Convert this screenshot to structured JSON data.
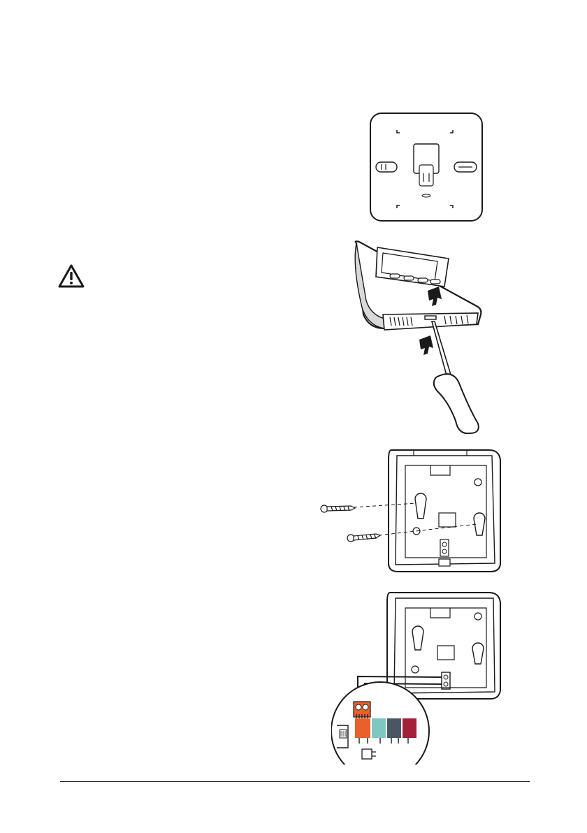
{
  "page": {
    "figures": [
      {
        "id": "backplate",
        "icon": "backplate-illustration"
      },
      {
        "id": "open-case",
        "icon": "screwdriver-release-illustration"
      },
      {
        "id": "mount-screws",
        "icon": "wall-mount-screws-illustration"
      },
      {
        "id": "wiring",
        "icon": "terminal-wiring-illustration"
      }
    ],
    "warning": {
      "icon": "warning-triangle-icon"
    },
    "colors": {
      "ink": "#1a1a1a",
      "casing_shade": "#d9d9d9",
      "terminal_orange": "#e8602c",
      "terminal_teal": "#7ec8c3",
      "terminal_slate": "#4a5566",
      "terminal_crimson": "#a3203a"
    }
  }
}
